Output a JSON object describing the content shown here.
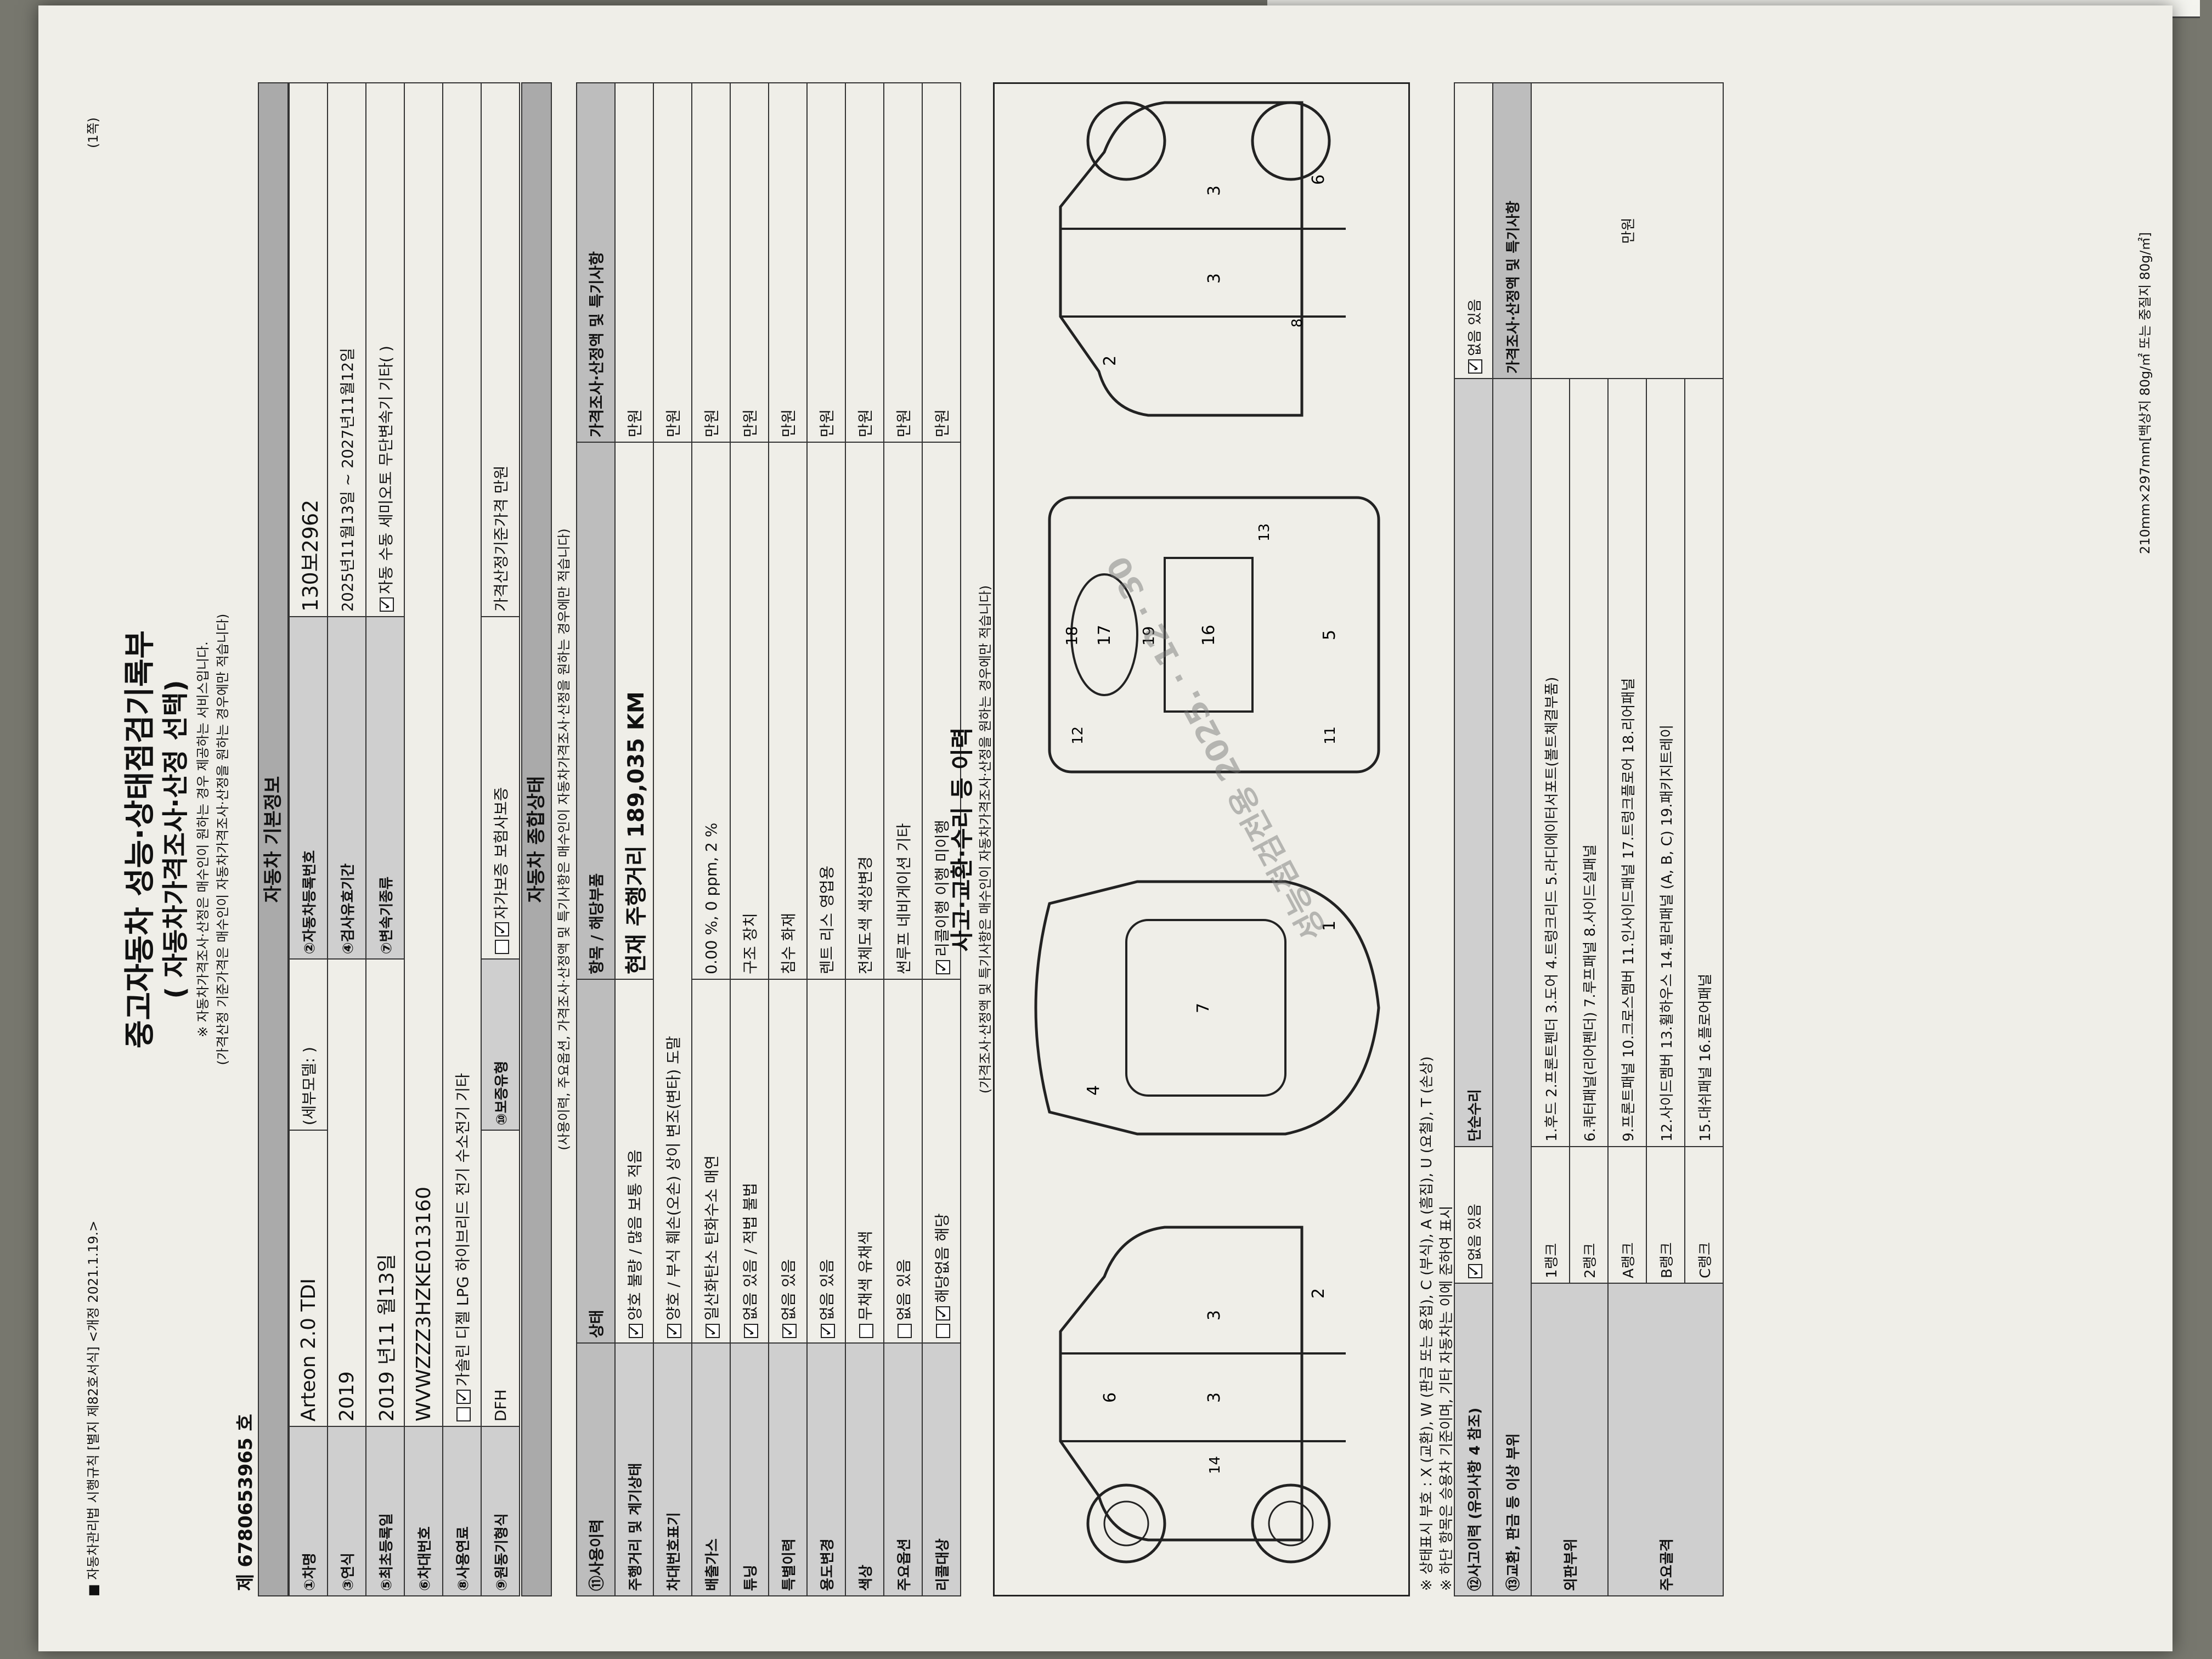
{
  "header": {
    "law_ref": "■ 자동차관리법 시행규칙 [별지 제82호서식] <개정 2021.1.19.>",
    "page_label": "(1쪽)",
    "title_line1": "중고자동차 성능·상태점검기록부",
    "title_line2": "( 자동차가격조사·산정 선택)",
    "note": "※ 자동차가격조사·산정은 매수인이 원하는 경우 제공하는 서비스입니다.",
    "subnote": "(가격산정 기준가격은 매수인이 자동차가격조사·산정을 원하는 경우에만 적습니다)",
    "doc_no": "제 6780653965 호"
  },
  "basic_info": {
    "section_title": "자동차 기본정보",
    "rows": [
      {
        "label": "①차명",
        "value": "Arteon 2.0 TDI",
        "extra": "(세부모델:   )",
        "label2": "②자동차등록번호",
        "value2": "130보2962"
      },
      {
        "label": "③연식",
        "value": "2019",
        "label2": "④검사유효기간",
        "value2": "2025년11월13일 ~ 2027년11월12일"
      },
      {
        "label": "⑤최초등록일",
        "value": "2019 년11 월13일",
        "label2": "⑦변속기종류",
        "value2": "자동  수동  세미오토  무단변속기  기타( )"
      },
      {
        "label": "⑥차대번호",
        "value": "WVWZZZ3HZKE013160"
      },
      {
        "label": "⑧사용연료",
        "value": "가솔린  디젤  LPG  하이브리드  전기  수소전기  기타"
      },
      {
        "label": "⑨원동기형식",
        "value": "DFH",
        "label2": "⑩보증유형",
        "value2": "자가보증  보험사보증",
        "label3": "가격산정기준가격",
        "value3": "만원"
      }
    ]
  },
  "condition": {
    "section_title": "자동차 종합상태",
    "note": "(사용이력, 주요옵션, 가격조사·산정액 및 특기사항은 매수인이 자동차가격조사·산정을 원하는 경우에만 적습니다)",
    "head": [
      "⑪사용이력",
      "상태",
      "항목 / 해당부품",
      "가격조사·산정액 및 특기사항"
    ],
    "rows": [
      {
        "label": "주행거리 및 계기상태",
        "opts": "양호 불량 / 많음 보통 적음",
        "item": "현재 주행거리 189,035 KM"
      },
      {
        "label": "차대번호표기",
        "opts": "양호 / 부식 훼손(오손) 상이 변조(변타) 도말"
      },
      {
        "label": "배출가스",
        "opts": "일산화탄소 탄화수소 매연",
        "item": "0.00 %, 0 ppm, 2 %"
      },
      {
        "label": "튜닝",
        "opts": "없음 있음 / 적법 불법",
        "item": "구조 장치"
      },
      {
        "label": "특별이력",
        "opts": "없음 있음",
        "item": "침수 화재"
      },
      {
        "label": "용도변경",
        "opts": "없음 있음",
        "item": "렌트 리스 영업용"
      },
      {
        "label": "색상",
        "opts": "무채색 유채색",
        "item": "전체도색 색상변경"
      },
      {
        "label": "주요옵션",
        "opts": "없음 있음",
        "item": "썬루프 네비게이션 기타"
      },
      {
        "label": "리콜대상",
        "opts": "해당없음 해당",
        "item": "리콜이행  이행  미이행"
      }
    ],
    "price_unit": "만원"
  },
  "accident": {
    "section_title": "사고·교환·수리 등 이력",
    "note": "(가격조사·산정액 및 특기사항은 매수인이 자동차가격조사·산정을 원하는 경우에만 적습니다)",
    "legend": "※ 상태표시 부호 : X (교환), W (판금 또는 용접), C (부식), A (흠집), U (요철), T (손상)",
    "legend2": "※ 하단 항목은 승용차 기준이며, 기타 자동차는 이에 준하여 표시",
    "q1": "⑫사고이력 (유의사항 4 참조)",
    "q1_ans": "없음  있음",
    "q2": "단순수리",
    "q2_ans": "없음  있음",
    "q3": "⑬교환, 판금 등 이상 부위",
    "price_head": "가격조사·산정액 및 특기사항",
    "outer_label": "외판부위",
    "main_label": "주요골격",
    "ranks": [
      {
        "rank": "1랭크",
        "items": "1.후드  2.프론트펜더  3.도어  4.트렁크리드  5.라디에이터서포트(볼트체결부품)"
      },
      {
        "rank": "2랭크",
        "items": "6.쿼터패널(리어펜더)  7.루프패널  8.사이드실패널"
      },
      {
        "rank": "A랭크",
        "items": "9.프론트패널  10.크로스멤버  11.인사이드패널  17.트렁크플로어  18.리어패널"
      },
      {
        "rank": "B랭크",
        "items": "12.사이드멤버  13.휠하우스  14.필러패널 (A, B, C)  19.패키지트레이"
      },
      {
        "rank": "C랭크",
        "items": "15.대쉬패널  16.플로어패널"
      }
    ],
    "price_unit": "만원"
  },
  "diagram_numbers": [
    "2",
    "3",
    "3",
    "6",
    "14",
    "8",
    "1",
    "7",
    "4",
    "5",
    "16",
    "19",
    "17",
    "18",
    "12",
    "13",
    "11"
  ],
  "stamp": "성능점검전용 2025.  · 12 · 30",
  "footer": "210mm×297mm[백상지 80g/㎡ 또는 중질지 80g/㎡]"
}
